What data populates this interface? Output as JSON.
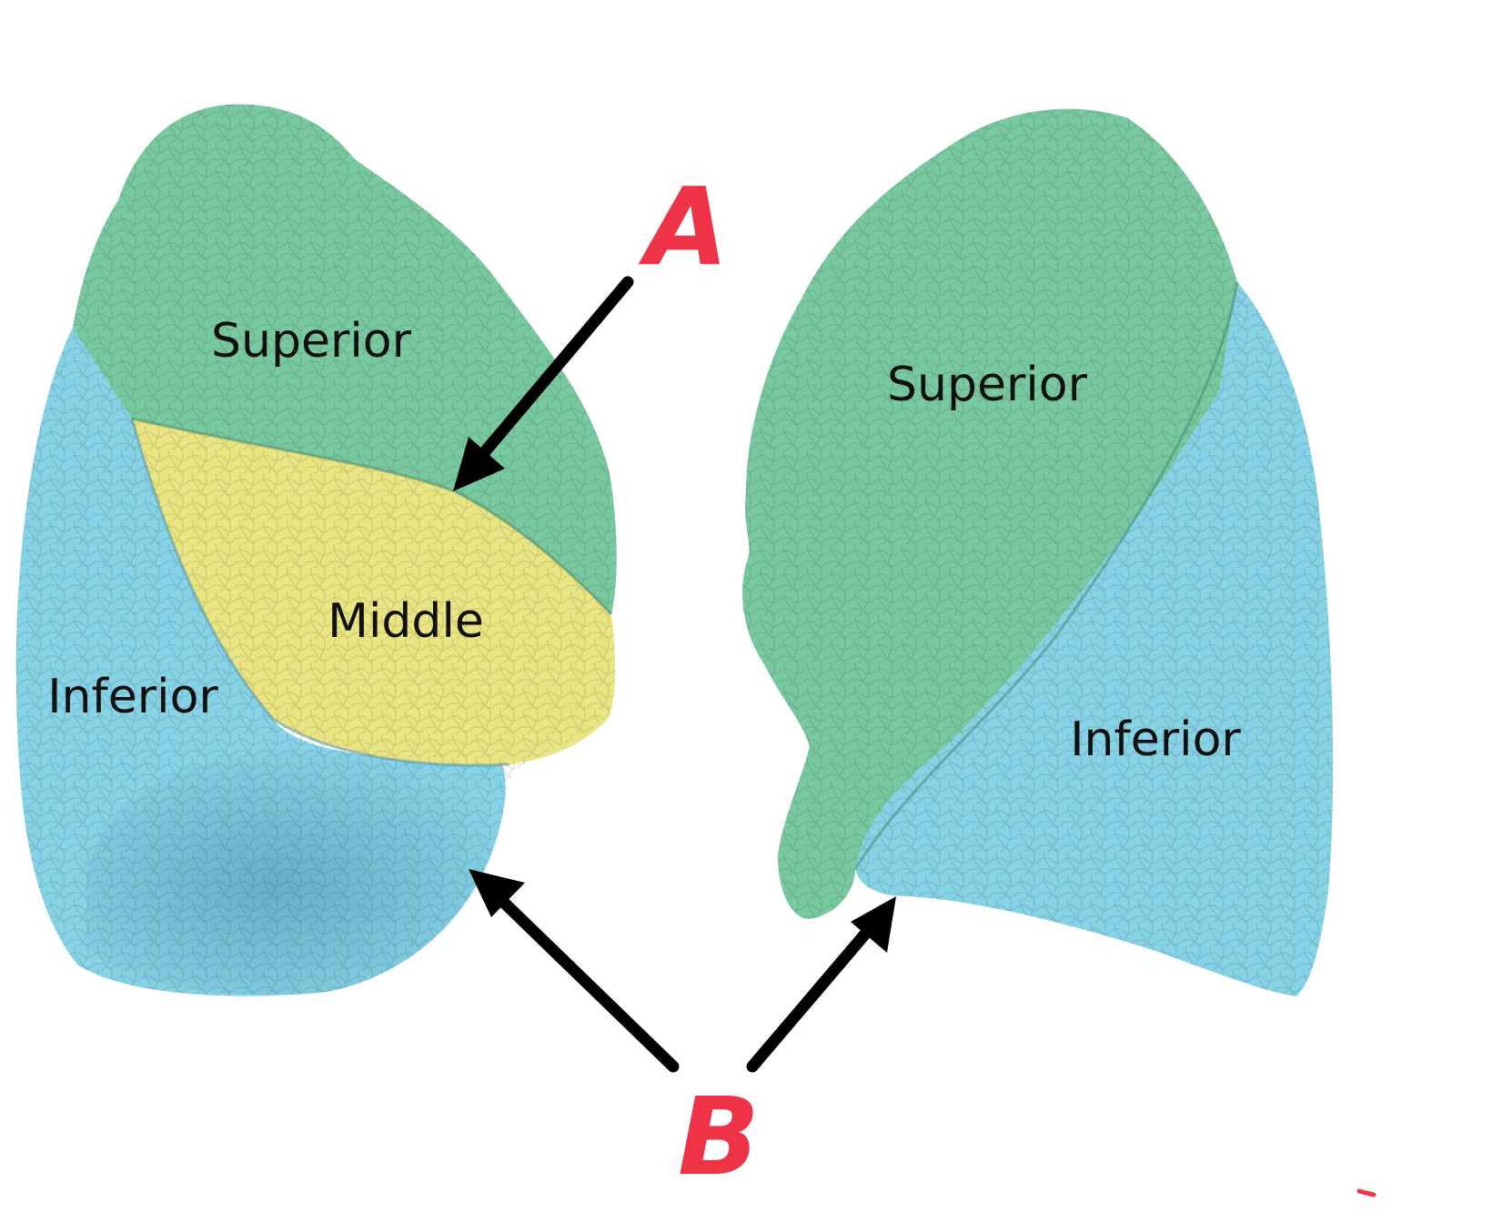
{
  "colors": {
    "superior": "#79c9a0",
    "superior_dark": "#5aa982",
    "middle": "#e8e582",
    "middle_dark": "#c6c35c",
    "inferior": "#86d2e6",
    "inferior_dark": "#5fa9c2",
    "arrow": "#000000",
    "marker": "#ef3346"
  },
  "lungs": {
    "right": {
      "superior": "Superior",
      "middle": "Middle",
      "inferior": "Inferior"
    },
    "left": {
      "superior": "Superior",
      "inferior": "Inferior"
    }
  },
  "markers": {
    "a": "A",
    "b": "B"
  }
}
